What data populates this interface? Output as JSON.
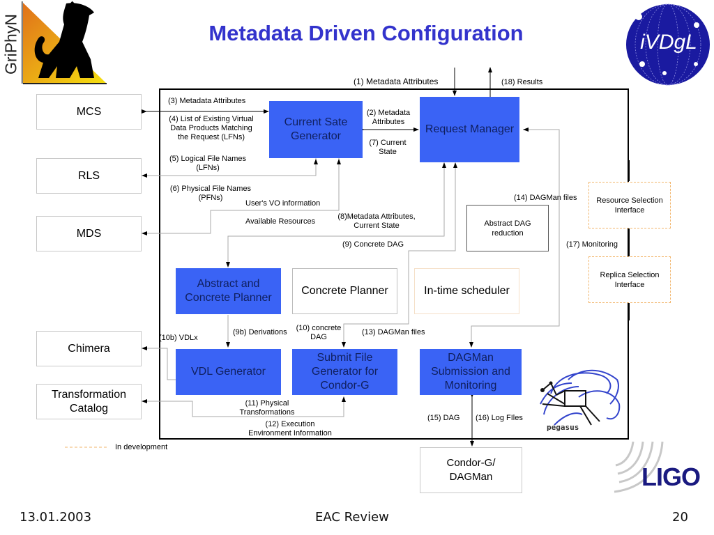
{
  "slide": {
    "title": "Metadata Driven Configuration",
    "footer": {
      "date": "13.01.2003",
      "center": "EAC Review",
      "page": "20"
    }
  },
  "logos": {
    "griphyn": "GriPhyN",
    "ivdgl": "iVDgL",
    "ligo": "LIGO",
    "pegasus": "pegasus"
  },
  "external_components": {
    "mcs": "MCS",
    "rls": "RLS",
    "mds": "MDS",
    "chimera": "Chimera",
    "transformation_catalog": "Transformation Catalog",
    "condor": "Condor-G/ DAGMan"
  },
  "internal_components": {
    "current_state_generator": "Current Sate Generator",
    "request_manager": "Request Manager",
    "abstract_dag_reduction": "Abstract DAG reduction",
    "abstract_concrete_planner": "Abstract and Concrete Planner",
    "concrete_planner": "Concrete Planner",
    "in_time_scheduler": "In-time scheduler",
    "vdl_generator": "VDL Generator",
    "submit_file_generator": "Submit File Generator for Condor-G",
    "dagman_submission": "DAGMan Submission and Monitoring"
  },
  "in_development_components": {
    "resource_selection": "Resource Selection Interface",
    "replica_selection": "Replica Selection Interface"
  },
  "flow_labels": {
    "l1": "(1) Metadata Attributes",
    "l2": "(2) Metadata Attributes",
    "l3": "(3) Metadata Attributes",
    "l4": "(4) List of Existing Virtual Data Products Matching the Request (LFNs)",
    "l5": "(5) Logical File Names (LFNs)",
    "l6": "(6) Physical File Names (PFNs)",
    "l7": "(7) Current State",
    "l8": "(8)Metadata Attributes, Current State",
    "l9": "(9) Concrete DAG",
    "l9b": "(9b) Derivations",
    "l10": "(10) concrete DAG",
    "l10b": "(10b) VDLx",
    "l11": "(11) Physical Transformations",
    "l12": "(12) Execution Environment Information",
    "l13": "(13) DAGMan files",
    "l14": "(14) DAGMan files",
    "l15": "(15) DAG",
    "l16": "(16) Log FIles",
    "l17": "(17) Monitoring",
    "l18": "(18) Results",
    "vo_info": "User's VO information",
    "available_resources": "Available Resources"
  },
  "legend": {
    "in_development": "In development",
    "in_development_color": "#f2b56b"
  },
  "colors": {
    "title": "#3333cc",
    "component_blue": "#3a63f5"
  }
}
